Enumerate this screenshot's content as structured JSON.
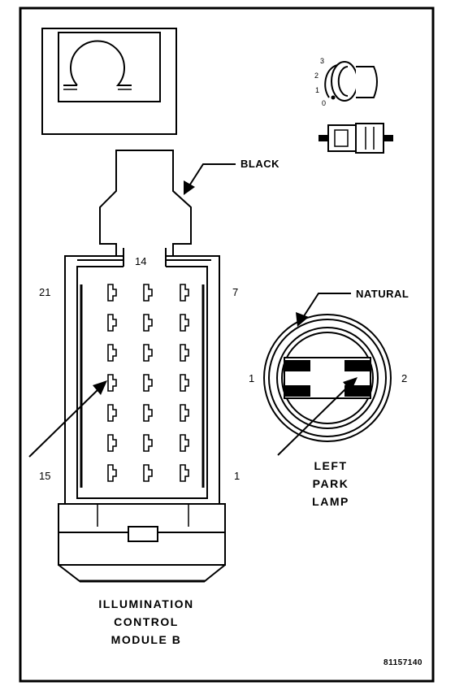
{
  "labels": {
    "black": "BLACK",
    "natural": "NATURAL",
    "connector_top_pin": "14",
    "connector_left_top_pin": "21",
    "connector_right_top_pin": "7",
    "connector_left_bottom_pin": "15",
    "connector_right_bottom_pin": "1",
    "lamp_pin_left": "1",
    "lamp_pin_right": "2",
    "lamp_title_line1": "LEFT",
    "lamp_title_line2": "PARK",
    "lamp_title_line3": "LAMP",
    "module_title_line1": "ILLUMINATION",
    "module_title_line2": "CONTROL",
    "module_title_line3": "MODULE B",
    "figure_code": "81157140",
    "switch_pos_3": "3",
    "switch_pos_2": "2",
    "switch_pos_1": "1",
    "switch_pos_0": "0"
  },
  "icons": {
    "module_icon": "omega-icon",
    "switch_icon": "rotary-switch-icon",
    "plug_icon": "plug-connector-icon"
  }
}
